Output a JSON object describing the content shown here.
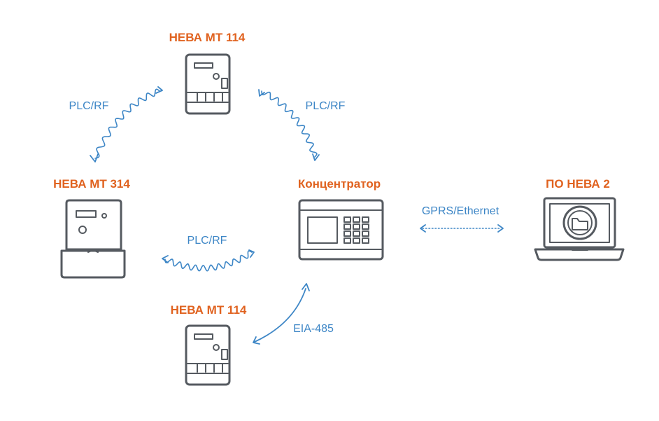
{
  "devices": {
    "meter_top": "НЕВА МТ 114",
    "meter_left": "НЕВА МТ 314",
    "meter_bottom": "НЕВА МТ 114",
    "concentrator": "Концентратор",
    "software": "ПО НЕВА 2"
  },
  "links": {
    "top_left": "PLC/RF",
    "top_right": "PLC/RF",
    "left_concentrator": "PLC/RF",
    "bottom_concentrator": "EIA-485",
    "concentrator_software": "GPRS/Ethernet"
  },
  "colors": {
    "device_label": "#e0621f",
    "link_label": "#3d86c6",
    "icon_stroke": "#555a60"
  }
}
